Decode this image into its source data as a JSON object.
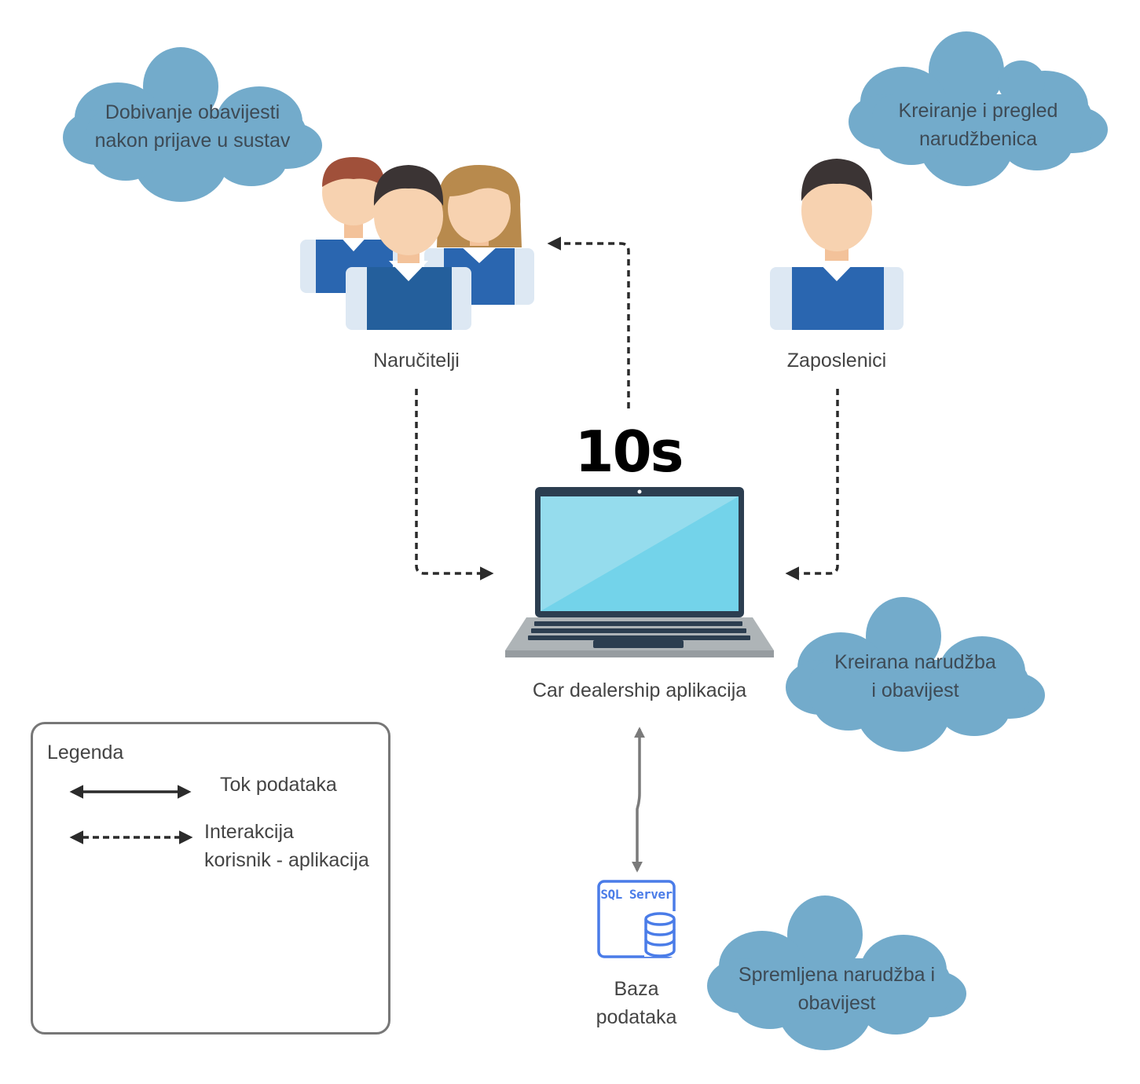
{
  "timer": "10s",
  "actors": {
    "customers": "Naručitelji",
    "employees": "Zaposlenici"
  },
  "app_label": "Car dealership aplikacija",
  "database": {
    "badge": "SQL Server",
    "label_line1": "Baza",
    "label_line2": "podataka"
  },
  "clouds": {
    "notification": [
      "Dobivanje obavijesti",
      "nakon prijave u sustav"
    ],
    "create_orders": [
      "Kreiranje i pregled",
      "narudžbenica"
    ],
    "created_order": [
      "Kreirana narudžba",
      "i obavijest"
    ],
    "saved_order": [
      "Spremljena narudžba i",
      "obavijest"
    ]
  },
  "legend": {
    "title": "Legenda",
    "data_flow": "Tok  podataka",
    "interaction_line1": "Interakcija",
    "interaction_line2": "korisnik - aplikacija"
  },
  "colors": {
    "cloud": "#73abcb",
    "shirt_blue": "#2a66b0",
    "screen": "#7fd3ea",
    "laptop_frame": "#2c3e50",
    "keyboard": "#aeb4b7",
    "sql_blue": "#4a7ce8",
    "arrow_dark": "#2b2b2b",
    "arrow_gray": "#7a7a7a"
  }
}
